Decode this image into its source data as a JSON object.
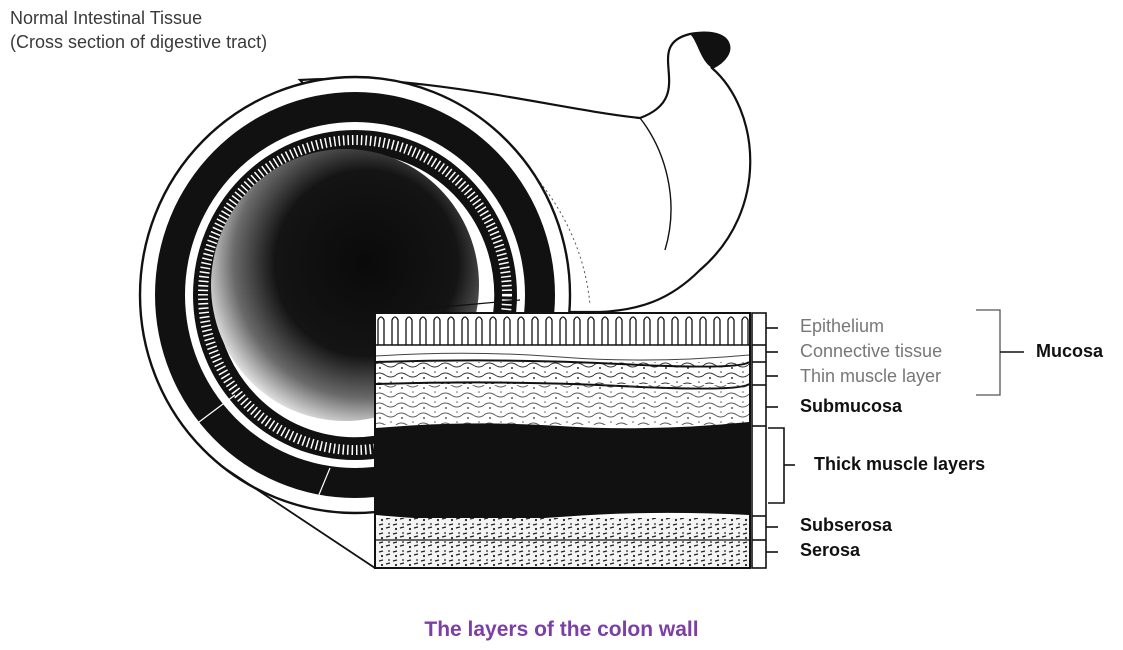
{
  "heading": {
    "line1": "Normal Intestinal Tissue",
    "line2": "(Cross section of digestive tract)"
  },
  "layers": {
    "epithelium": "Epithelium",
    "connective_tissue": "Connective tissue",
    "thin_muscle": "Thin muscle layer",
    "submucosa": "Submucosa",
    "thick_muscle": "Thick muscle layers",
    "subserosa": "Subserosa",
    "serosa": "Serosa"
  },
  "group": {
    "mucosa": "Mucosa"
  },
  "caption": "The layers of the colon wall",
  "colors": {
    "caption": "#7b3fa6",
    "ink": "#111111",
    "thin_label": "#777777"
  }
}
